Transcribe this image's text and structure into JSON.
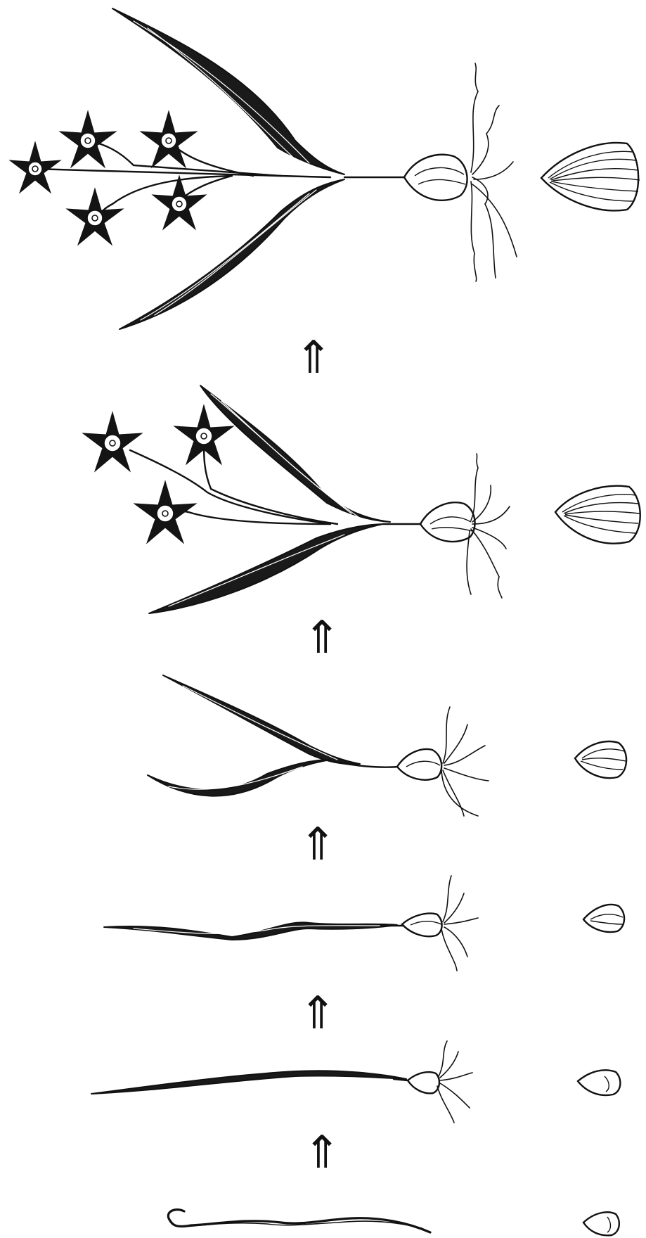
{
  "diagram": {
    "stages": [
      {
        "stage": 1,
        "leaves": 1,
        "flowers": 0,
        "bulb_layers": 1
      },
      {
        "stage": 2,
        "leaves": 1,
        "flowers": 0,
        "bulb_layers": 2
      },
      {
        "stage": 3,
        "leaves": 1,
        "flowers": 0,
        "bulb_layers": 3
      },
      {
        "stage": 4,
        "leaves": 2,
        "flowers": 0,
        "bulb_layers": 5
      },
      {
        "stage": 5,
        "leaves": 2,
        "flowers": 3,
        "bulb_layers": 7
      },
      {
        "stage": 6,
        "leaves": 2,
        "flowers": 5,
        "bulb_layers": 9
      }
    ],
    "arrow_symbol": "⇑",
    "colors": {
      "ink": "#111111",
      "background": "#ffffff"
    }
  }
}
